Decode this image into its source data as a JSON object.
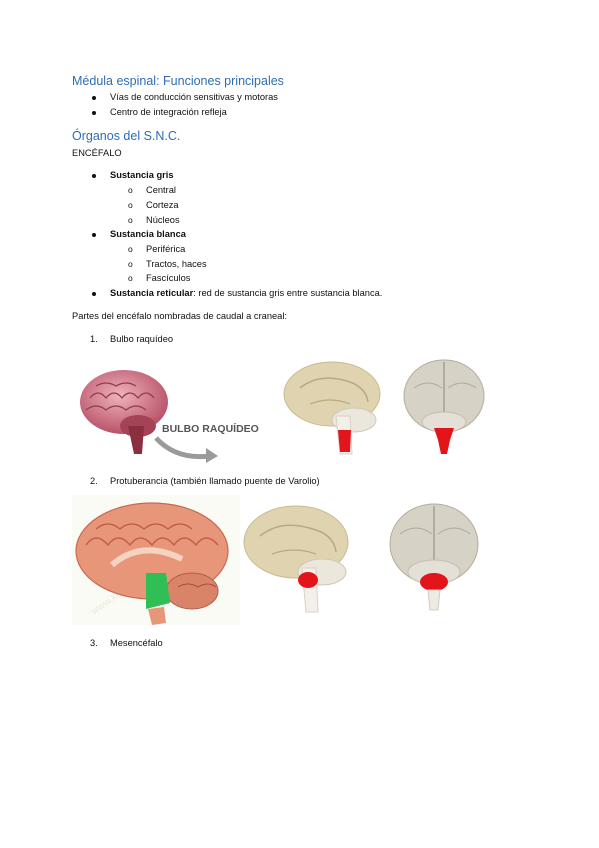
{
  "section1": {
    "heading": "Médula espinal: Funciones principales",
    "items": [
      "Vías de conducción sensitivas y motoras",
      "Centro de integración refleja"
    ]
  },
  "section2": {
    "heading": "Órganos del S.N.C.",
    "subheading": "ENCÉFALO",
    "items": [
      {
        "label": "Sustancia gris",
        "sub": [
          "Central",
          "Corteza",
          "Núcleos"
        ]
      },
      {
        "label": "Sustancia blanca",
        "sub": [
          "Periférica",
          "Tractos, haces",
          "Fascículos"
        ]
      },
      {
        "label": "Sustancia reticular",
        "rest": ": red de sustancia gris entre sustancia blanca."
      }
    ],
    "sub_marker": "o"
  },
  "parts_intro": "Partes del encéfalo nombradas de caudal a craneal:",
  "numbered": [
    {
      "num": "1.",
      "text": "Bulbo raquídeo"
    },
    {
      "num": "2.",
      "text": "Protuberancia (también llamado puente de Varolio)"
    },
    {
      "num": "3.",
      "text": "Mesencéfalo"
    }
  ],
  "figure1": {
    "arrow_label": "BULBO RAQUÍDEO"
  },
  "figure2": {
    "watermark": "www.kenhub.com"
  },
  "colors": {
    "heading": "#2e6db4",
    "highlight": "#e4141b",
    "green": "#2fbf55"
  }
}
